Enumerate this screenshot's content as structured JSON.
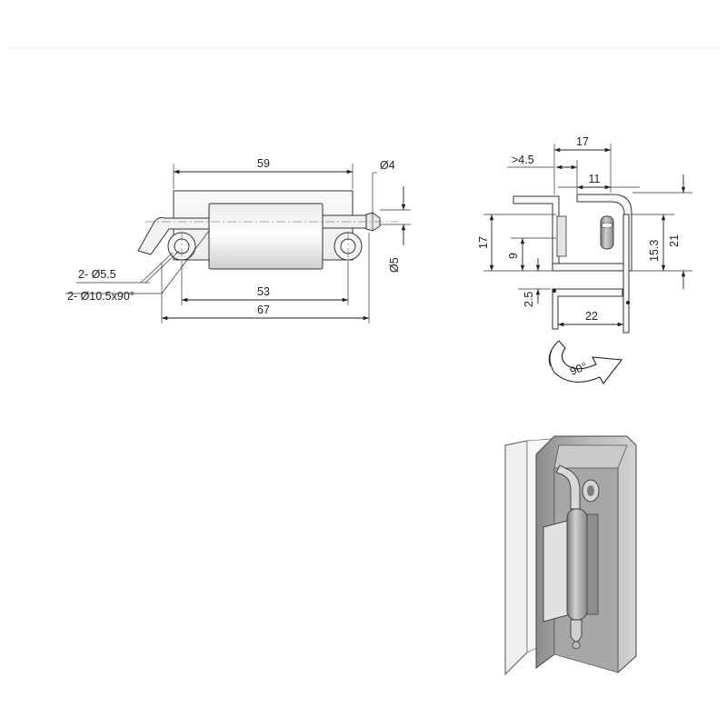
{
  "front_view": {
    "dims": {
      "width_59": "59",
      "pin_dia": "Ø4",
      "hole_dia": "2- Ø5.5",
      "countersink": "2- Ø10.5x90°",
      "hole_spacing": "53",
      "overall_67": "67",
      "height_5": "Ø5"
    }
  },
  "side_view": {
    "dims": {
      "top_17": "17",
      "min_45": ">4.5",
      "w_11": "11",
      "left_17": "17",
      "left_9": "9",
      "left_25": "2.5",
      "bottom_22": "22",
      "right_153": "15.3",
      "right_21": "21",
      "rotation": "90°"
    }
  },
  "colors": {
    "line": "#222222",
    "metal_light": "#f4f4f4",
    "metal_mid": "#d9d9d9",
    "metal_dark": "#9a9a9a",
    "arrow_fill": "#ffffff"
  },
  "icons": [
    "rotation-arrow-icon",
    "hinge-3d-render"
  ]
}
